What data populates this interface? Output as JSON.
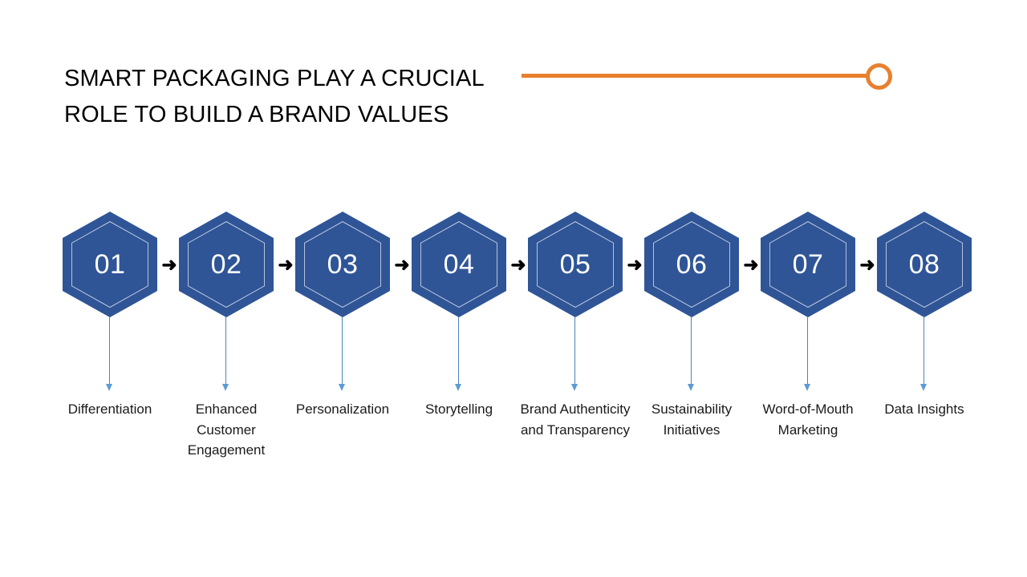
{
  "slide": {
    "title": "SMART PACKAGING PLAY A CRUCIAL\nROLE TO BUILD A BRAND VALUES",
    "accent_color": "#E8802F",
    "hex_color": "#2F5597",
    "connector_color": "#5B9BD5",
    "arrow_glyph": "➜"
  },
  "steps": [
    {
      "number": "01",
      "label": "Differentiation"
    },
    {
      "number": "02",
      "label": "Enhanced Customer Engagement"
    },
    {
      "number": "03",
      "label": "Personalization"
    },
    {
      "number": "04",
      "label": "Storytelling"
    },
    {
      "number": "05",
      "label": "Brand Authenticity and Transparency"
    },
    {
      "number": "06",
      "label": "Sustainability Initiatives"
    },
    {
      "number": "07",
      "label": "Word-of-Mouth Marketing"
    },
    {
      "number": "08",
      "label": "Data Insights"
    }
  ]
}
